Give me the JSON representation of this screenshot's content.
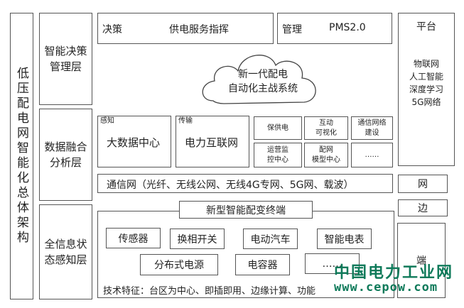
{
  "title": "低压配电网智能化总体架构",
  "layers": [
    "智能决策管理层",
    "数据融合分析层",
    "全信息状态感知层"
  ],
  "top": {
    "decision_label": "决策",
    "decision_item": "供电服务指挥",
    "manage_label": "管理",
    "manage_item": "PMS2.0"
  },
  "cloud": {
    "line1": "新一代配电",
    "line2": "自动化主战系统"
  },
  "platform": {
    "title": "平台",
    "items": [
      "物联网",
      "人工智能",
      "深度学习",
      "5G网络"
    ]
  },
  "right_labels": {
    "net": "网",
    "edge": "边",
    "end": "端"
  },
  "analysis": {
    "perception_tag": "感知",
    "perception": "大数据中心",
    "transmission_tag": "传输",
    "transmission": "电力互联网",
    "apps": [
      [
        "保供电"
      ],
      [
        "互动",
        "可视化"
      ],
      [
        "通信网络",
        "建设"
      ],
      [
        "运营监",
        "控中心"
      ],
      [
        "配网",
        "模型中心"
      ],
      [
        "……"
      ]
    ]
  },
  "network": "通信网（光纤、无线公网、无线4G专网、5G网、载波）",
  "terminal": {
    "title": "新型智能配变终端",
    "row1": [
      "传感器",
      "换相开关",
      "电动汽车",
      "智能电表"
    ],
    "row2": [
      "分布式电源",
      "电容器",
      "……"
    ],
    "features": "技术特征：台区为中心、即插即用、边缘计算、功能"
  },
  "watermark": {
    "name": "中国电力工业网",
    "url": "www.cepow.com"
  }
}
